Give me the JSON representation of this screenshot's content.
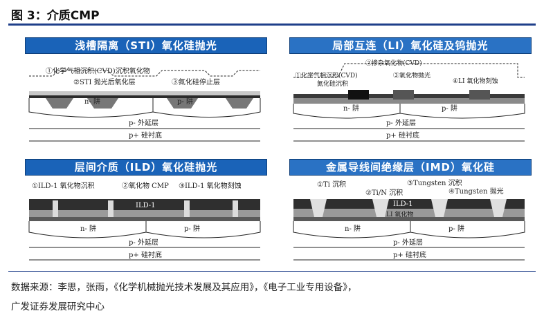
{
  "figure": {
    "title": "图 3：介质CMP"
  },
  "panels": {
    "sti": {
      "title": "浅槽隔离（STI）氧化硅抛光",
      "labels": [
        "①化学气相沉积(CVD)沉积氧化物",
        "②STI 抛光后氧化层",
        "③氮化硅停止层",
        "n- 阱",
        "p- 阱",
        "p- 外延层",
        "p+ 硅衬底"
      ]
    },
    "li": {
      "title": "局部互连（LI）氧化硅及钨抛光",
      "labels": [
        "②掺杂氧化物(CVD)",
        "①化学气相沉积(CVD)",
        "氮化硅沉积",
        "③氧化物抛光",
        "④LI 氧化物刻蚀",
        "n- 阱",
        "p- 阱",
        "p- 外延层",
        "p+ 硅衬底"
      ]
    },
    "ild": {
      "title": "层间介质（ILD）氧化硅抛光",
      "labels": [
        "①ILD-1 氧化物沉积",
        "②氧化物 CMP",
        "③ILD-1 氧化物刻蚀",
        "ILD-1",
        "n- 阱",
        "p- 阱",
        "p- 外延层",
        "p+ 硅衬底"
      ]
    },
    "imd": {
      "title": "金属导线间绝缘层（IMD）氧化硅",
      "labels": [
        "①Ti 沉积",
        "③Tungsten 沉积",
        "②Ti/N 沉积",
        "④Tungsten 抛光",
        "ILD-1",
        "LI 氧化物",
        "n- 阱",
        "p- 阱",
        "p- 外延层",
        "p+ 硅衬底"
      ]
    }
  },
  "source": {
    "line1": "数据来源：李思，张雨，《化学机械抛光技术发展及其应用》，《电子工业专用设备》，",
    "line2": "广发证券发展研究中心"
  },
  "colors": {
    "header_blue": "#1a63b8",
    "rule_blue": "#1f3f8a",
    "dark_layer": "#3a3a3a",
    "gray_layer": "#9a9a9a"
  }
}
